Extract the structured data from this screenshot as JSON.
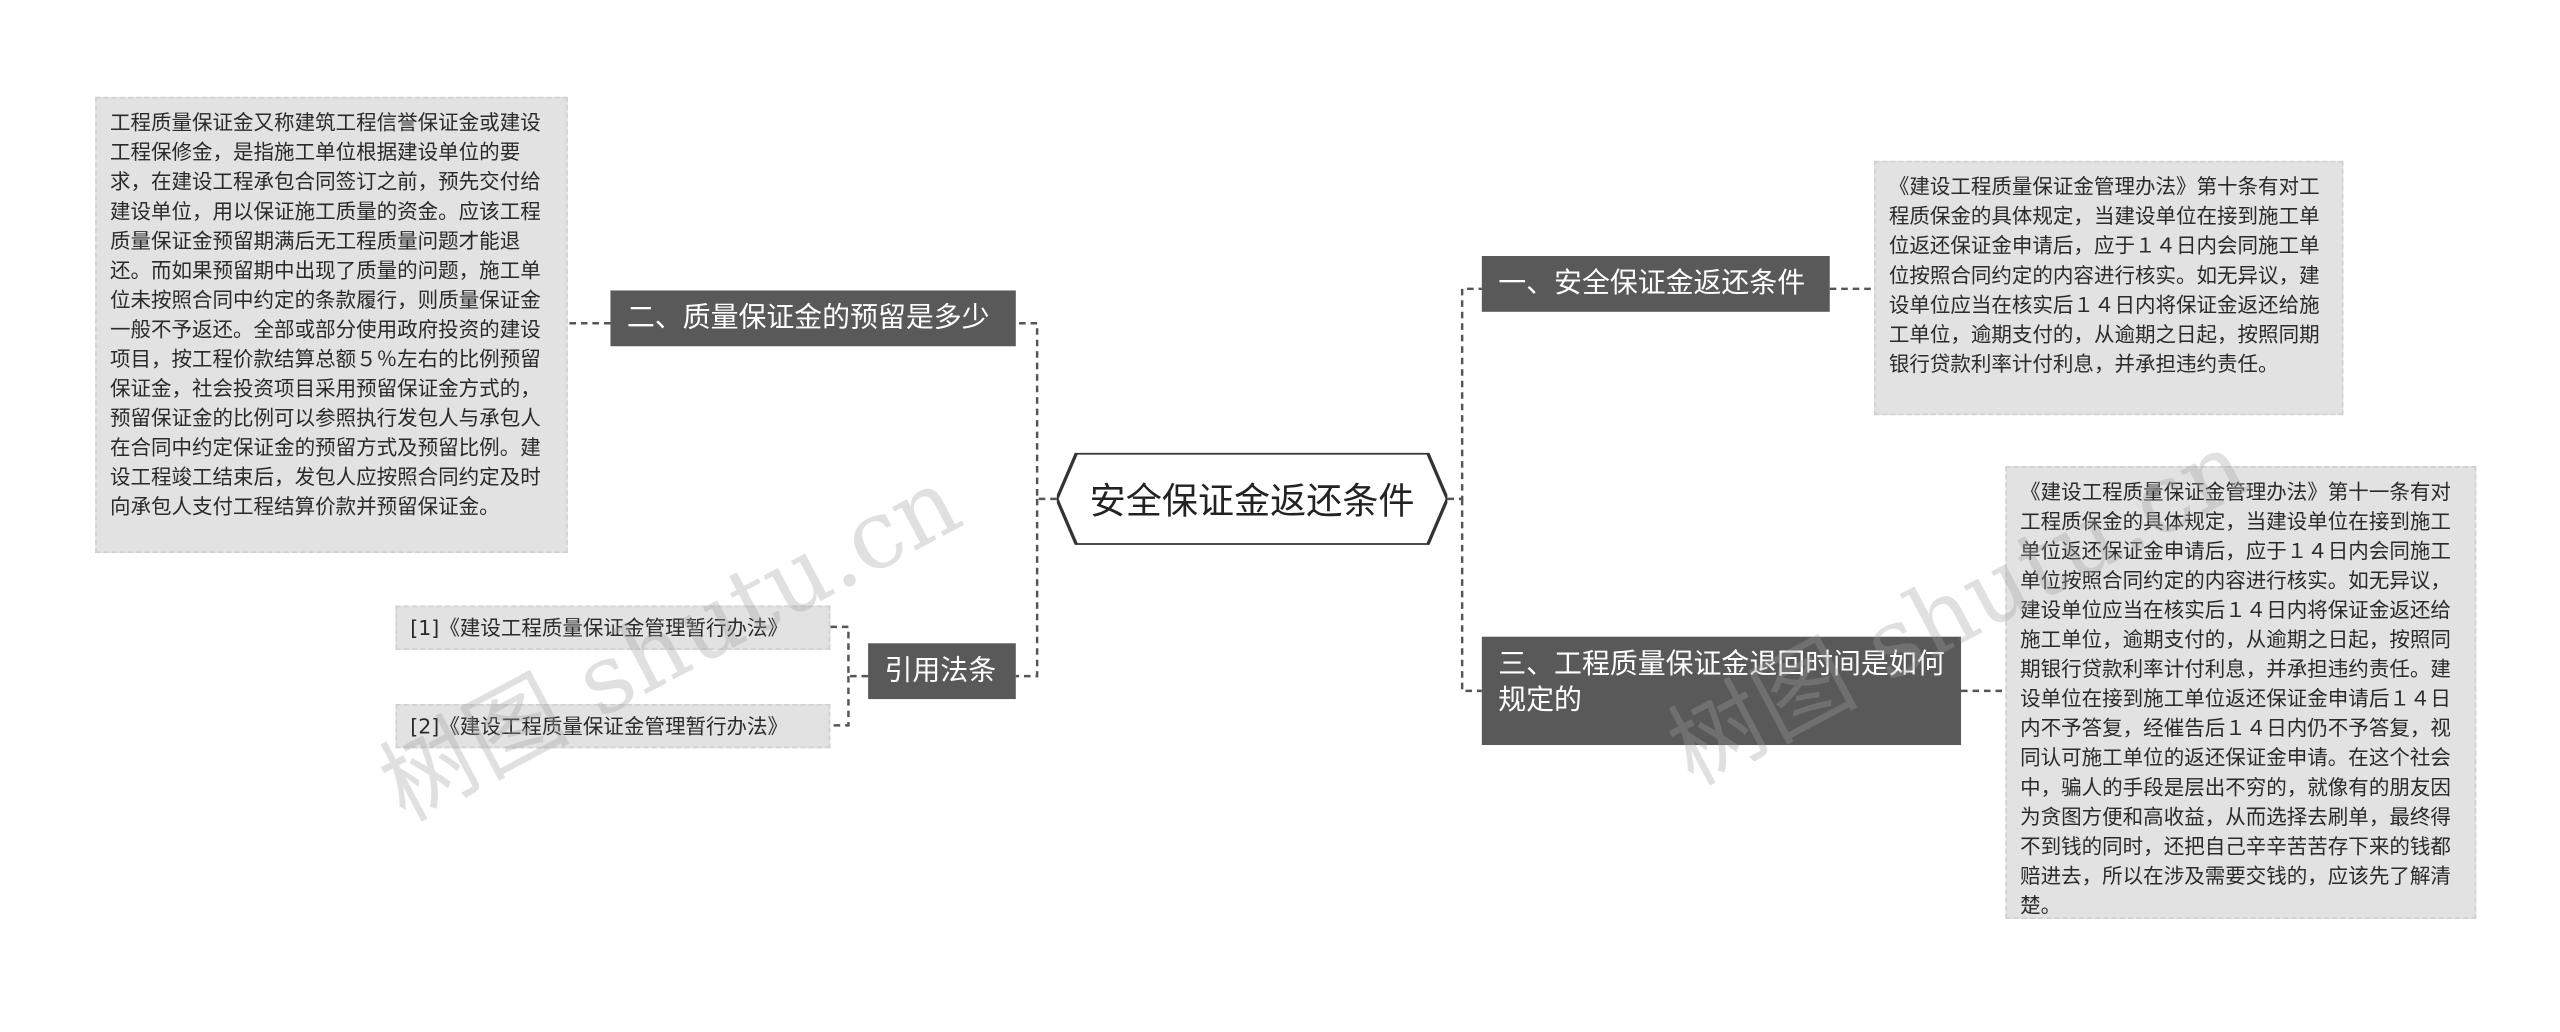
{
  "root": {
    "label": "安全保证金返还条件"
  },
  "branches": {
    "b1": {
      "label": "一、安全保证金返还条件"
    },
    "b2": {
      "label": "二、质量保证金的预留是多少"
    },
    "b3": {
      "label": "三、工程质量保证金退回时间是如何规定的"
    },
    "b4": {
      "label": "引用法条"
    }
  },
  "leaves": {
    "l1": "《建设工程质量保证金管理办法》第十条有对工程质保金的具体规定，当建设单位在接到施工单位返还保证金申请后，应于１４日内会同施工单位按照合同约定的内容进行核实。如无异议，建设单位应当在核实后１４日内将保证金返还给施工单位，逾期支付的，从逾期之日起，按照同期银行贷款利率计付利息，并承担违约责任。",
    "l2": "工程质量保证金又称建筑工程信誉保证金或建设工程保修金，是指施工单位根据建设单位的要求，在建设工程承包合同签订之前，预先交付给建设单位，用以保证施工质量的资金。应该工程质量保证金预留期满后无工程质量问题才能退还。而如果预留期中出现了质量的问题，施工单位未按照合同中约定的条款履行，则质量保证金一般不予返还。全部或部分使用政府投资的建设项目，按工程价款结算总额５％左右的比例预留保证金，社会投资项目采用预留保证金方式的，预留保证金的比例可以参照执行发包人与承包人在合同中约定保证金的预留方式及预留比例。建设工程竣工结束后，发包人应按照合同约定及时向承包人支付工程结算价款并预留保证金。",
    "l3": "《建设工程质量保证金管理办法》第十一条有对工程质保金的具体规定，当建设单位在接到施工单位返还保证金申请后，应于１４日内会同施工单位按照合同约定的内容进行核实。如无异议，建设单位应当在核实后１４日内将保证金返还给施工单位，逾期支付的，从逾期之日起，按照同期银行贷款利率计付利息，并承担违约责任。建设单位在接到施工单位返还保证金申请后１４日内不予答复，经催告后１４日内仍不予答复，视同认可施工单位的返还保证金申请。在这个社会中，骗人的手段是层出不穷的，就像有的朋友因为贪图方便和高收益，从而选择去刷单，最终得不到钱的同时，还把自己辛辛苦苦存下来的钱都赔进去，所以在涉及需要交钱的，应该先了解清楚。",
    "l4": "[1]《建设工程质量保证金管理暂行办法》",
    "l5": "[2]《建设工程质量保证金管理暂行办法》"
  },
  "watermarks": {
    "left": "树图 shutu.cn",
    "right": "树图 shutu.cn"
  },
  "colors": {
    "branch_bg": "#595959",
    "leaf_bg": "#e2e2e2",
    "line": "#555555",
    "root_border": "#333333"
  }
}
